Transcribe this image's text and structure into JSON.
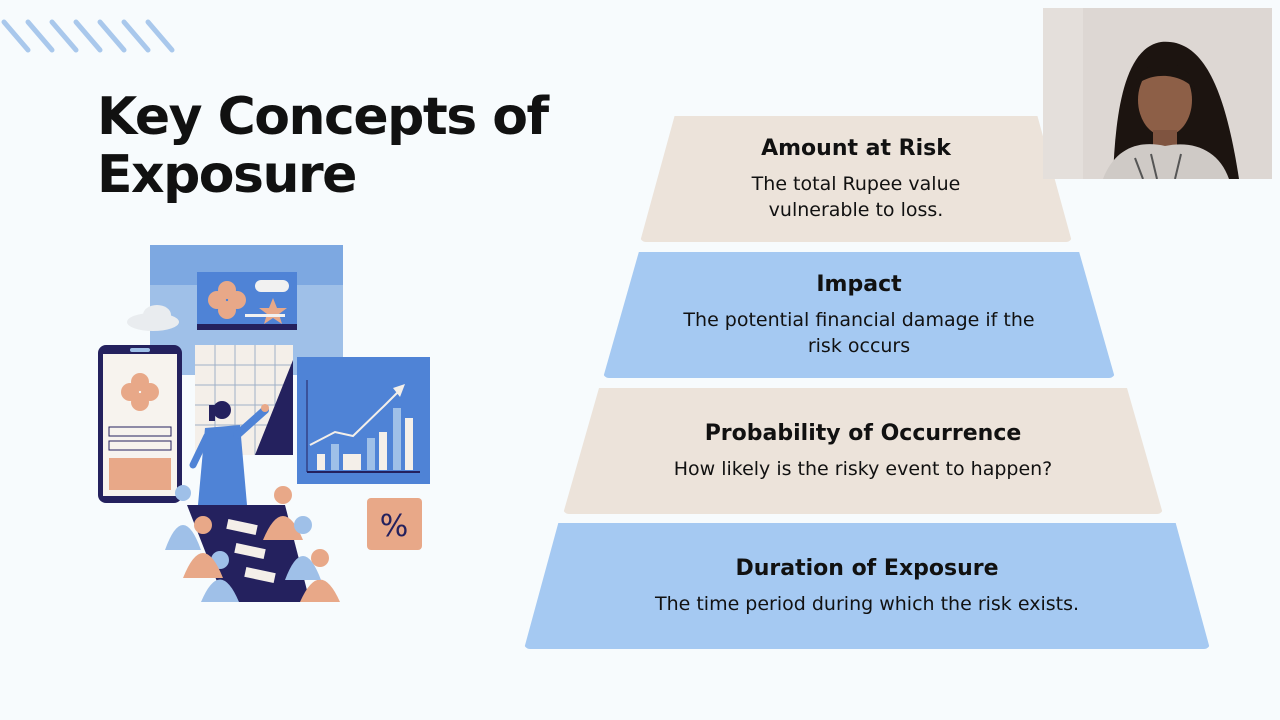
{
  "slide": {
    "title": "Key Concepts of Exposure",
    "percent_badge": "%"
  },
  "pyramid": [
    {
      "title": "Amount at Risk",
      "description": "The total Rupee value vulnerable to loss."
    },
    {
      "title": "Impact",
      "description": "The potential financial damage if the risk occurs"
    },
    {
      "title": "Probability of Occurrence",
      "description": "How likely is the risky event to happen?"
    },
    {
      "title": "Duration of Exposure",
      "description": "The time period during which the risk exists."
    }
  ],
  "colors": {
    "background": "#f7fbfd",
    "tier_beige": "#ece3da",
    "tier_blue": "#a5c9f2",
    "stripe_blue": "#a9c8ec",
    "illustration_navy": "#24215e",
    "illustration_blue": "#4f83d6",
    "illustration_peach": "#e8a888"
  },
  "icons": {
    "decor_stripes": "diagonal-stripes-icon",
    "illustration": "business-presentation-illustration"
  }
}
